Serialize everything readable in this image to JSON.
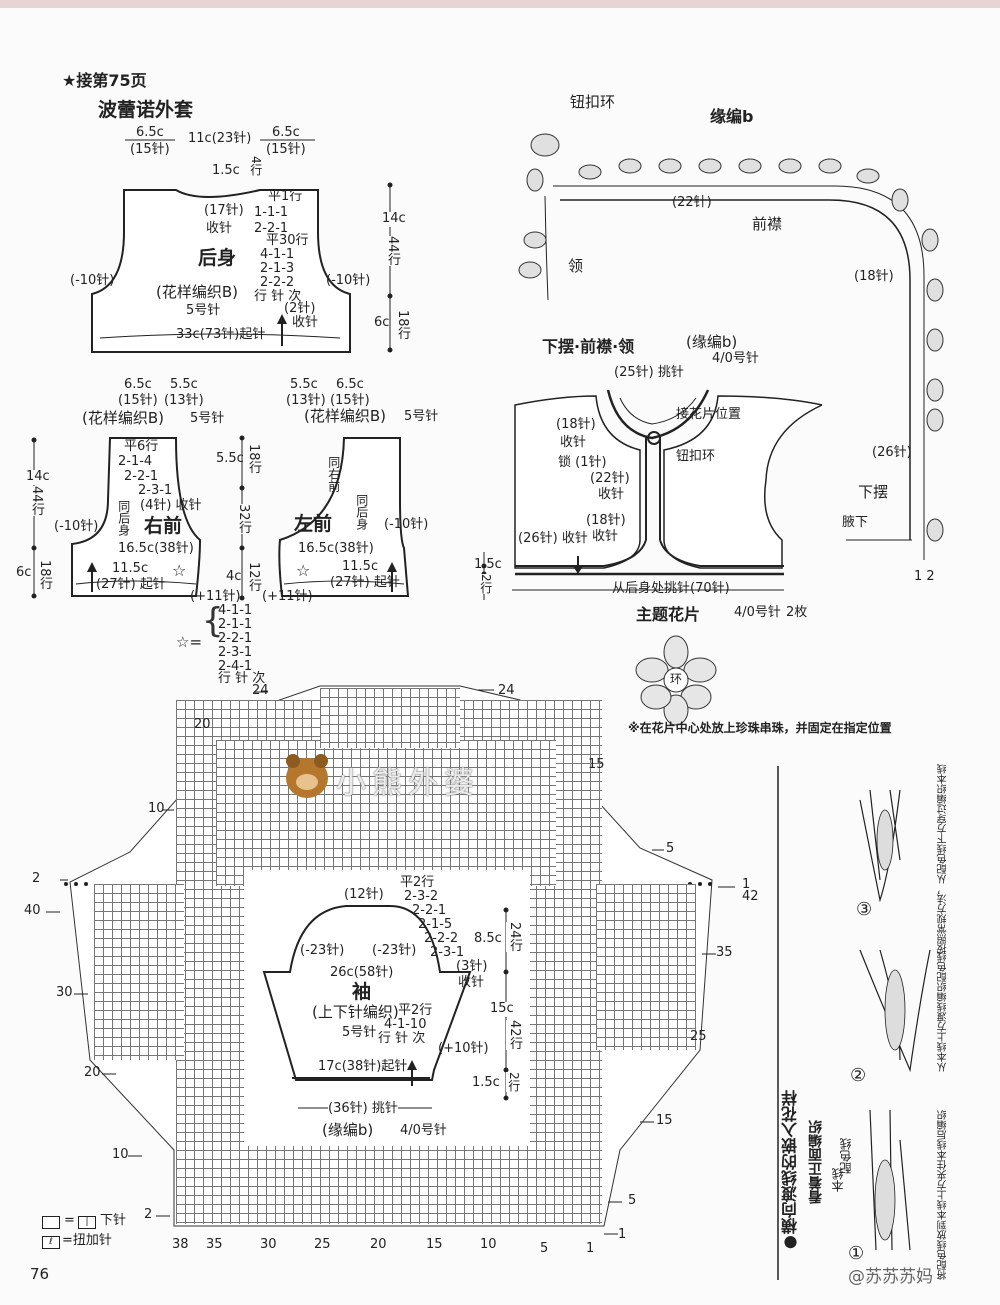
{
  "header": {
    "continued": "★接第75页",
    "title": "波蕾诺外套",
    "page_number": "76"
  },
  "back_body": {
    "title": "后身",
    "pattern": "(花样编织B)",
    "needle": "5号针",
    "top_left": "6.5c",
    "top_left_st": "(15针)",
    "top_center": "11c(23针)",
    "top_right": "6.5c",
    "top_right_st": "(15针)",
    "neck_depth": "1.5c",
    "neck_rows": "4行",
    "decrease_label_a": "(17针)",
    "decrease_label_b": "收针",
    "shape_lines": [
      "平1行",
      "1-1-1",
      "2-2-1",
      "平30行",
      "4-1-1",
      "2-1-3",
      "2-2-2"
    ],
    "shape_footer": "行 针 次",
    "side_left": "(-10针)",
    "side_right": "(-10针)",
    "height_a": "14c",
    "height_a_rows": "44行",
    "height_b": "6c",
    "height_b_rows": "18行",
    "bind_off": "(2针)",
    "bind_off_b": "收针",
    "cast_on": "33c(73针)起针"
  },
  "right_front": {
    "title": "右前",
    "top_a": "6.5c",
    "top_a_st": "(15针)",
    "top_b": "5.5c",
    "top_b_st": "(13针)",
    "pattern": "(花样编织B)",
    "needle": "5号针",
    "shape_lines": [
      "平6行",
      "2-1-4",
      "2-2-1",
      "2-3-1",
      "(4针) 收针"
    ],
    "same": "同后身",
    "side": "(-10针)",
    "width": "16.5c(38针)",
    "hem": "11.5c",
    "cast_on": "(27针) 起针",
    "height_a": "14c",
    "height_a_rows": "44行",
    "height_b": "6c",
    "height_b_rows": "18行"
  },
  "left_front": {
    "title": "左前",
    "top_a": "5.5c",
    "top_a_st": "(13针)",
    "top_b": "6.5c",
    "top_b_st": "(15针)",
    "pattern": "(花样编织B)",
    "needle": "5号针",
    "same_a": "同右前",
    "same_b": "同后身",
    "side": "(-10针)",
    "width": "16.5c(38针)",
    "hem": "11.5c",
    "cast_on": "(27针) 起针"
  },
  "middle_dims": {
    "a": "5.5c",
    "a_rows": "18行",
    "b": "32行",
    "c": "4c",
    "c_rows": "12行",
    "plus_left": "(+11针)",
    "plus_right": "(+11针)"
  },
  "star_table": {
    "star": "☆=",
    "lines": [
      "4-1-1",
      "2-1-1",
      "2-2-1",
      "2-3-1",
      "2-4-1"
    ],
    "footer": "行 针 次"
  },
  "edging": {
    "title": "缘编b",
    "button_loop": "钮扣环",
    "collar": "领",
    "front": "前襟",
    "hem": "下摆",
    "armpit": "腋下",
    "st_22": "(22针)",
    "st_18": "(18针)",
    "st_26": "(26针)",
    "nums": "1 2"
  },
  "hem_diagram": {
    "title": "下摆·前襟·领",
    "subtitle": "(缘编b)",
    "needle": "4/0号针",
    "pickup_top": "(25针) 挑针",
    "flower_pos": "接花片位置",
    "loop": "钮扣环",
    "left_18": "(18针)",
    "left_18b": "收针",
    "chain": "锁 (1针)",
    "st_22": "(22针)",
    "st_22b": "收针",
    "st_18c": "(18针)",
    "st_18d": "收针",
    "st_26": "(26针) 收针",
    "st_26b": "收针",
    "height": "1.5c",
    "height_rows": "2行",
    "bottom": "从后身处挑针(70针)"
  },
  "motif": {
    "title": "主题花片",
    "needle": "4/0号针",
    "count": "2枚",
    "center": "环",
    "note": "※在花片中心处放上珍珠串珠，并固定在指定位置"
  },
  "chart_grid": {
    "top_left": "24",
    "top_right": "24",
    "left_nums": [
      "20",
      "10",
      "2",
      "40",
      "30",
      "20",
      "10",
      "2"
    ],
    "right_nums": [
      "15",
      "5",
      "1",
      "42",
      "35",
      "25",
      "15",
      "5",
      "1"
    ],
    "bottom_nums": [
      "38",
      "35",
      "30",
      "25",
      "20",
      "15",
      "10",
      "5",
      "1"
    ]
  },
  "sleeve": {
    "title": "袖",
    "pattern": "(上下针编织)",
    "needle": "5号针",
    "top": "(12针)",
    "top_flat": "平2行",
    "top_lines": [
      "2-3-2",
      "2-2-1",
      "2-1-5",
      "2-2-2",
      "2-3-1"
    ],
    "left_dec": "(-23针)",
    "right_dec": "(-23针)",
    "width": "26c(58针)",
    "cast_off": "(3针)",
    "cast_off_b": "收针",
    "cap_h": "8.5c",
    "cap_rows": "24行",
    "body_h": "15c",
    "body_rows": "42行",
    "inc_lines": [
      "平2行",
      "4-1-10"
    ],
    "inc_footer": "行 针 次",
    "plus": "(+10针)",
    "cuff_cast": "17c(38针)起针",
    "cuff_h": "1.5c",
    "cuff_rows": "2行",
    "pick": "(36针) 挑针",
    "edge": "(缘编b)",
    "edge_needle": "4/0号针"
  },
  "legend": {
    "a_eq": "=",
    "a_text": "下针",
    "b_eq": "=扭加针"
  },
  "inlay": {
    "title": "●横向渡线的嵌入花样",
    "sub": "看着正面编织",
    "step1_a": "配色线",
    "step1_b": "本线",
    "step1_note": "将配色线放到本线上方夹住本线后编织",
    "step2_note": "从本线上方渡线编织配色线",
    "step3_note": "按照常规方法，从配色线下方穿过编织本线",
    "n1": "①",
    "n2": "②",
    "n3": "③"
  },
  "watermark": {
    "text": "小熊外婆",
    "corner": "@苏苏苏妈"
  }
}
